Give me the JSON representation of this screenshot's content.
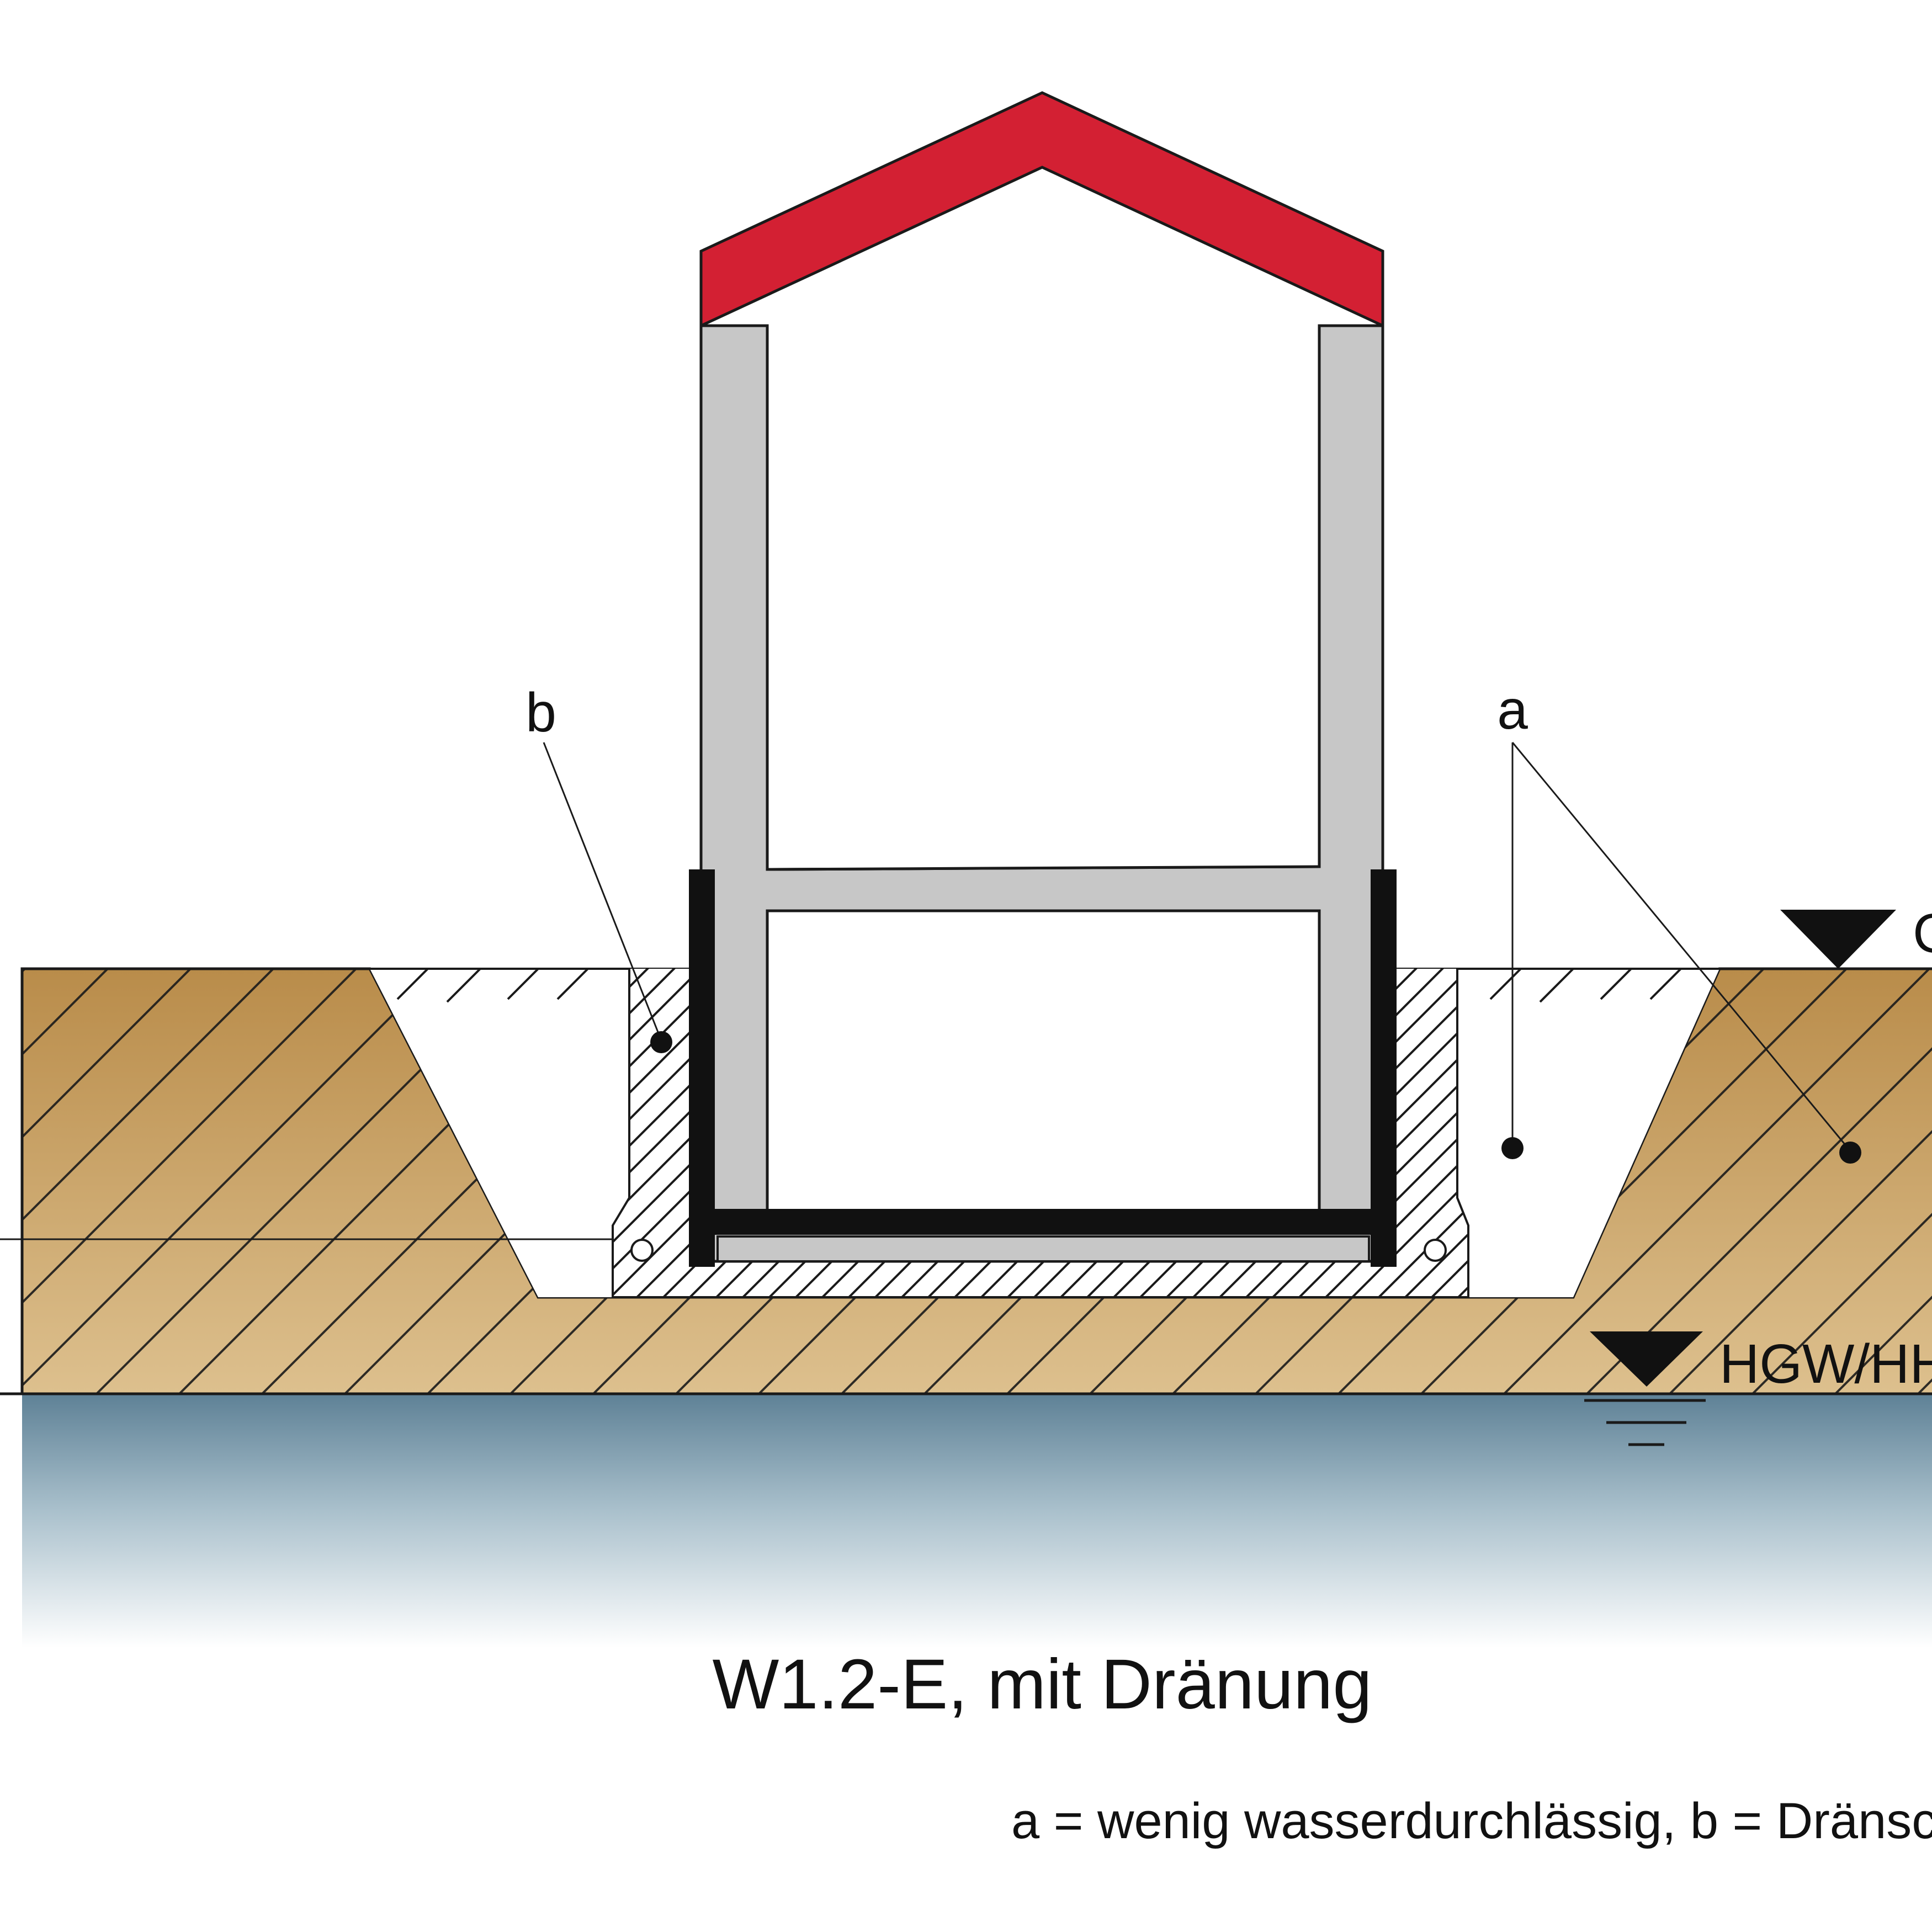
{
  "diagram": {
    "caption": "W1.2-E, mit Dränung",
    "legend": "a = wenig wasserdurchlässig, b = Dränschicht",
    "label_a": "a",
    "label_b": "b",
    "level_top": "GOK",
    "level_bottom": "HGW/HHW"
  },
  "colors": {
    "roof": "#d32033",
    "wall": "#c7c7c7",
    "sealing": "#111111",
    "soil_top": "#b98c4a",
    "soil_bottom": "#ddc08e",
    "water_top": "#5e8196",
    "water_bottom": "#ffffff"
  },
  "icons": [
    "water-level-marker-icon",
    "drain-pipe-icon",
    "leader-dot-icon"
  ]
}
